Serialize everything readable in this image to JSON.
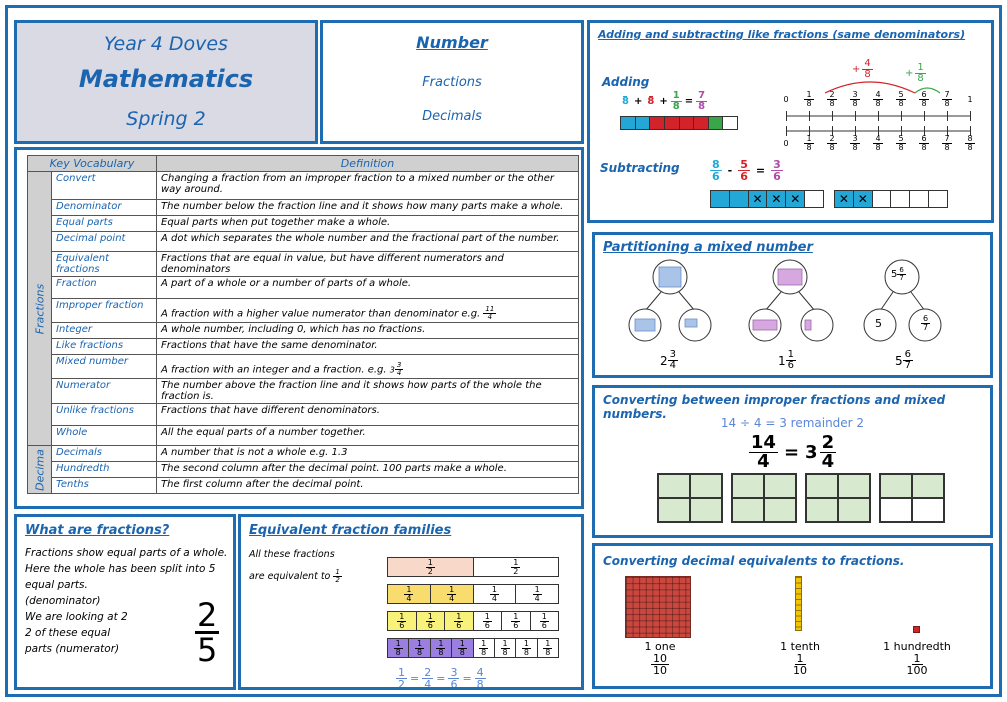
{
  "header": {
    "class_name": "Year 4 Doves",
    "subject": "Mathematics",
    "term": "Spring 2"
  },
  "topic": {
    "title": "Number",
    "items": [
      "Fractions",
      "Decimals"
    ]
  },
  "vocab": {
    "col_term": "Key Vocabulary",
    "col_def": "Definition",
    "group_fractions": "Fractions",
    "group_decimals": "Decima",
    "rows": [
      {
        "term": "Convert",
        "def": "Changing a fraction from an improper fraction to a mixed number or the other way around."
      },
      {
        "term": "Denominator",
        "def": "The number below the fraction line and it shows how many parts make a whole."
      },
      {
        "term": "Equal parts",
        "def": "Equal parts when put together make a whole."
      },
      {
        "term": "Decimal point",
        "def": "A dot which separates the whole number and the fractional part of the number."
      },
      {
        "term": "Equivalent fractions",
        "def": "Fractions that are equal in value, but have different numerators and denominators"
      },
      {
        "term": "Fraction",
        "def": "A part of a whole or a number of parts of a whole."
      },
      {
        "term": "Improper fraction",
        "def": "A fraction with a higher value numerator than denominator e.g."
      },
      {
        "term": "Integer",
        "def": "A whole number, including 0, which has no fractions."
      },
      {
        "term": "Like fractions",
        "def": "Fractions that have the same denominator."
      },
      {
        "term": "Mixed number",
        "def": "A fraction with an integer and a fraction. e.g."
      },
      {
        "term": "Numerator",
        "def": "The number above the fraction line and it shows how parts of the whole the fraction is."
      },
      {
        "term": "Unlike fractions",
        "def": "Fractions that have different denominators."
      },
      {
        "term": "Whole",
        "def": "All the equal parts of a number together."
      },
      {
        "term": "Decimals",
        "def": "A number that is not a whole e.g. 1.3"
      },
      {
        "term": "Hundredth",
        "def": "The second column after the decimal point. 100 parts make a whole."
      },
      {
        "term": "Tenths",
        "def": "The first column after the decimal point."
      }
    ],
    "example_improper": {
      "n": "11",
      "d": "4"
    },
    "example_mixed": {
      "w": "3",
      "n": "3",
      "d": "4"
    }
  },
  "what_fractions": {
    "title": "What are fractions?",
    "lines": [
      "Fractions show equal parts of a whole.",
      "Here the whole has been split into 5 equal parts.",
      "(denominator)",
      "We are looking at 2",
      "2 of these equal",
      "parts (numerator)"
    ],
    "big_n": "2",
    "big_d": "5"
  },
  "equiv": {
    "title": "Equivalent fraction families",
    "text1": "All these fractions",
    "text2": "are equivalent to",
    "half_n": "1",
    "half_d": "2",
    "rows": [
      {
        "n": "1",
        "d": "2",
        "count": 2,
        "filled": 1,
        "color": "#f8d8c8"
      },
      {
        "n": "1",
        "d": "4",
        "count": 4,
        "filled": 2,
        "color": "#f9dc6e"
      },
      {
        "n": "1",
        "d": "6",
        "count": 6,
        "filled": 3,
        "color": "#f8f27a"
      },
      {
        "n": "1",
        "d": "8",
        "count": 8,
        "filled": 4,
        "color": "#9b7fe0"
      }
    ],
    "chain": [
      {
        "n": "1",
        "d": "2"
      },
      {
        "n": "2",
        "d": "4"
      },
      {
        "n": "3",
        "d": "6"
      },
      {
        "n": "4",
        "d": "8"
      }
    ]
  },
  "adding": {
    "title": "Adding and subtracting like fractions (same denominators)",
    "adding_label": "Adding",
    "subtracting_label": "Subtracting",
    "sum_terms": [
      {
        "n": "",
        "d": "8",
        "color": "#22a7d6"
      },
      {
        "n": "",
        "d": "8",
        "color": "#d2232a"
      },
      {
        "n": "1",
        "d": "8",
        "color": "#3aa64a"
      },
      {
        "n": "7",
        "d": "8",
        "color": "#b04aa8"
      }
    ],
    "jump1": {
      "n": "4",
      "d": "8"
    },
    "jump2": {
      "n": "1",
      "d": "8"
    },
    "line_top": [
      "0",
      "1/8",
      "2/8",
      "3/8",
      "4/8",
      "5/8",
      "6/8",
      "7/8",
      "1"
    ],
    "line_bottom": [
      "0",
      "1/8",
      "2/8",
      "3/8",
      "4/8",
      "5/8",
      "6/8",
      "7/8",
      "8/8"
    ],
    "sub_terms": [
      {
        "n": "8",
        "d": "6"
      },
      {
        "n": "5",
        "d": "6"
      },
      {
        "n": "3",
        "d": "6"
      }
    ]
  },
  "partition": {
    "title": "Partitioning a mixed number",
    "items": [
      {
        "w": "2",
        "n": "3",
        "d": "4"
      },
      {
        "w": "1",
        "n": "1",
        "d": "6"
      },
      {
        "w": "5",
        "n": "6",
        "d": "7"
      }
    ],
    "top3": {
      "w": "5",
      "n": "6",
      "d": "7"
    },
    "whole3": "5"
  },
  "converting": {
    "title": "Converting between improper fractions and mixed numbers.",
    "division": "14 ÷ 4 = 3 remainder 2",
    "improper": {
      "n": "14",
      "d": "4"
    },
    "mixed": {
      "w": "3",
      "n": "2",
      "d": "4"
    }
  },
  "decimal_eq": {
    "title": "Converting decimal equivalents to fractions.",
    "items": [
      {
        "label": "1 one",
        "n": "10",
        "d": "10"
      },
      {
        "label": "1 tenth",
        "n": "1",
        "d": "10"
      },
      {
        "label": "1 hundredth",
        "n": "1",
        "d": "100"
      }
    ]
  }
}
